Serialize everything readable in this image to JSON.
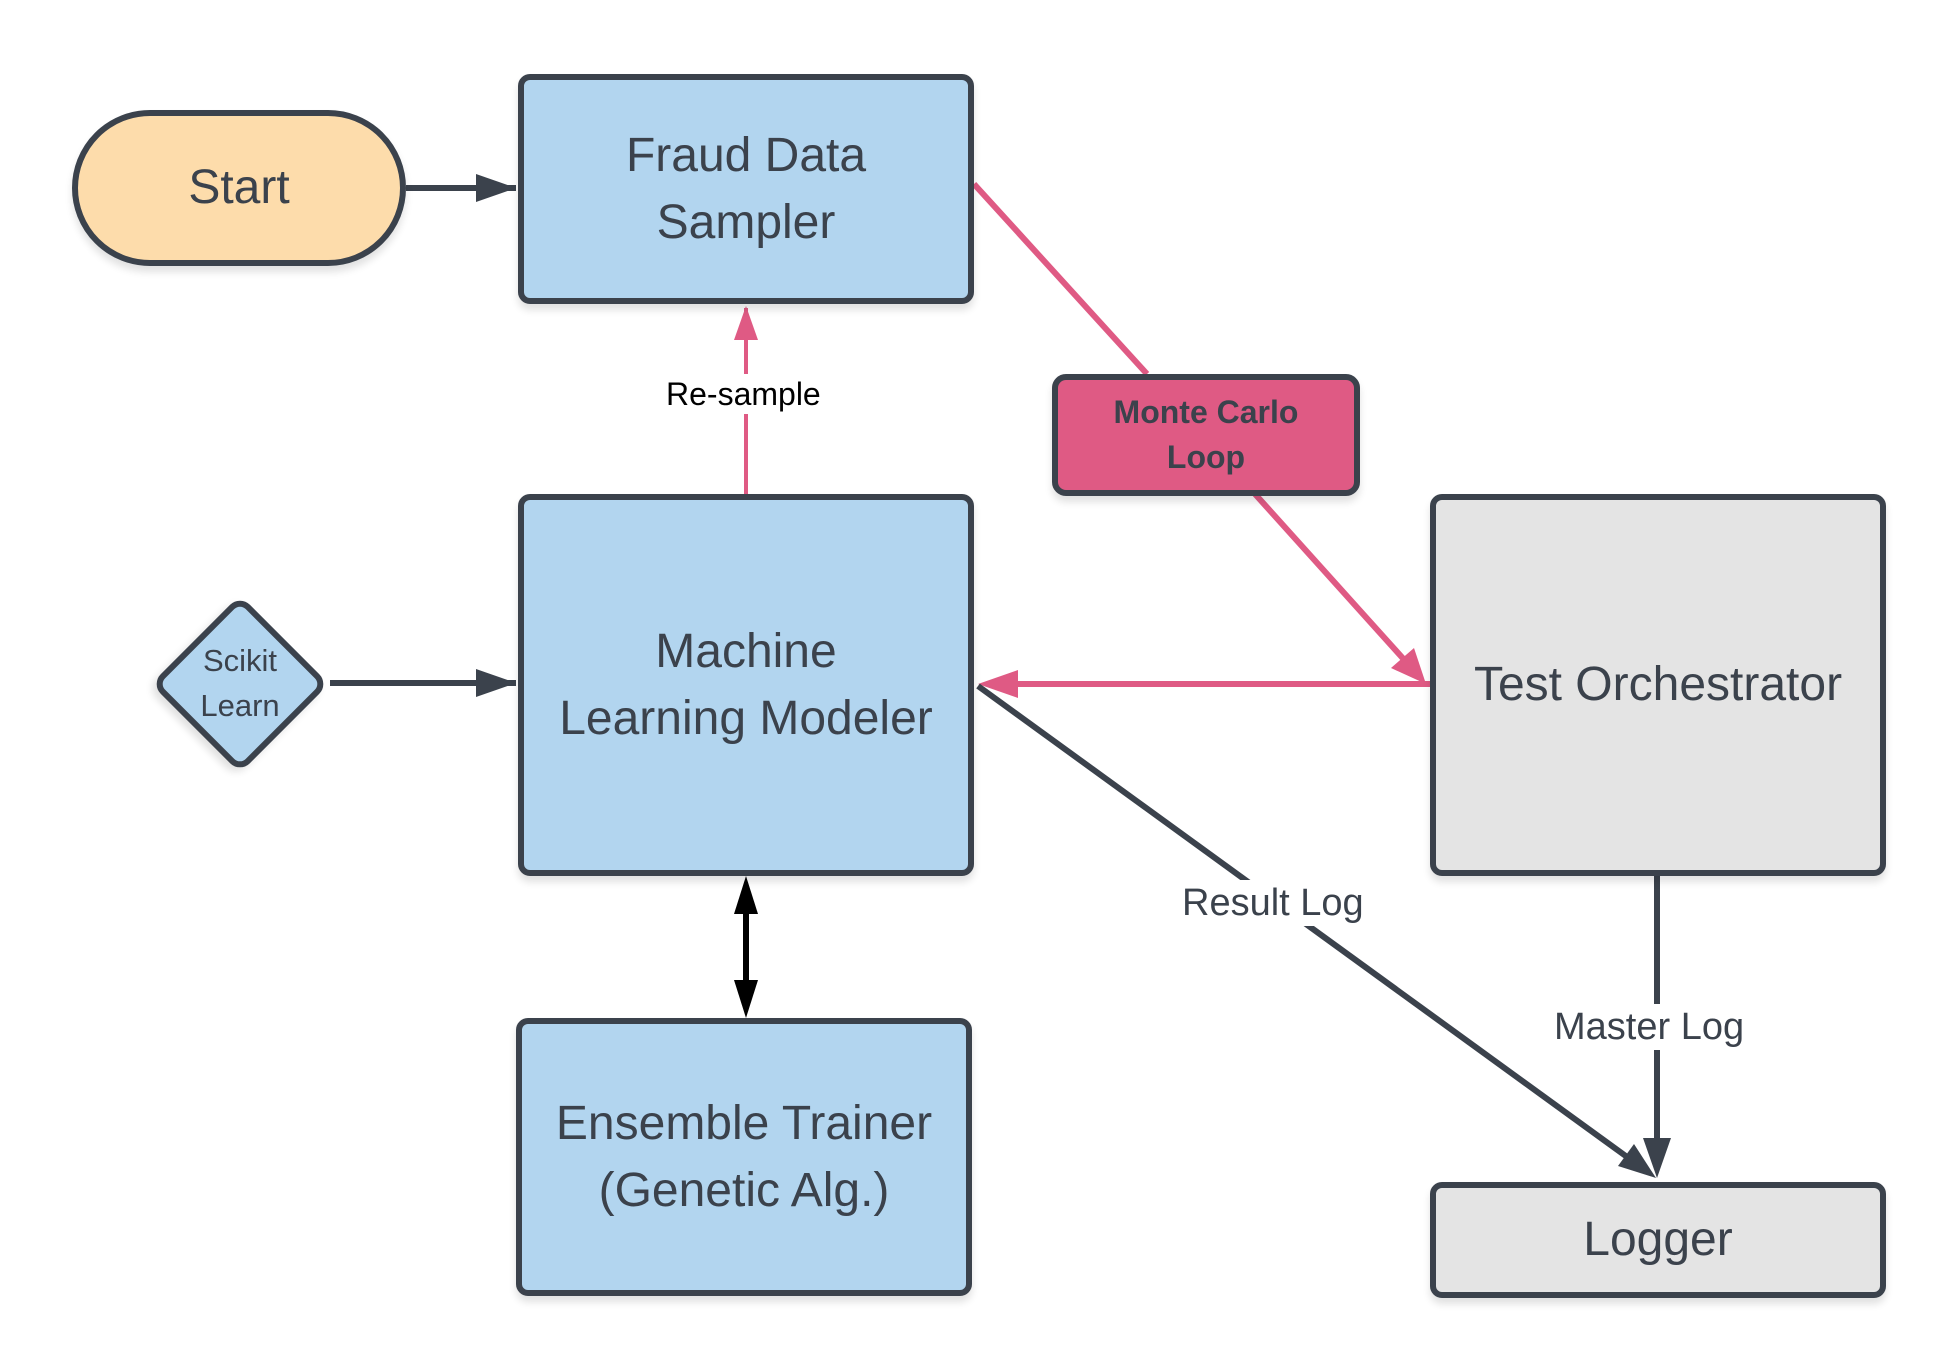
{
  "diagram": {
    "nodes": {
      "start": {
        "label": "Start",
        "shape": "terminator",
        "color": "#fddcab"
      },
      "fraud_sampler": {
        "label": "Fraud Data\nSampler",
        "shape": "process",
        "color": "#b2d5ef"
      },
      "ml_modeler": {
        "label": "Machine\nLearning Modeler",
        "shape": "process",
        "color": "#b2d5ef"
      },
      "ensemble_trainer": {
        "label": "Ensemble Trainer\n(Genetic Alg.)",
        "shape": "process",
        "color": "#b2d5ef"
      },
      "scikit_learn": {
        "label": "Scikit\nLearn",
        "shape": "decision",
        "color": "#b2d5ef"
      },
      "monte_carlo": {
        "label": "Monte Carlo\nLoop",
        "shape": "process",
        "color": "#df5a84"
      },
      "test_orchestrator": {
        "label": "Test Orchestrator",
        "shape": "process",
        "color": "#e4e4e4"
      },
      "logger": {
        "label": "Logger",
        "shape": "process",
        "color": "#e4e4e4"
      }
    },
    "edges": [
      {
        "from": "start",
        "to": "fraud_sampler",
        "label": ""
      },
      {
        "from": "scikit_learn",
        "to": "ml_modeler",
        "label": ""
      },
      {
        "from": "ml_modeler",
        "to": "fraud_sampler",
        "label": "Re-sample"
      },
      {
        "from": "fraud_sampler",
        "to": "test_orchestrator",
        "label": "",
        "via": "monte_carlo"
      },
      {
        "from": "test_orchestrator",
        "to": "ml_modeler",
        "label": ""
      },
      {
        "from": "ml_modeler",
        "to": "ensemble_trainer",
        "label": "",
        "bidirectional": true
      },
      {
        "from": "ml_modeler",
        "to": "logger",
        "label": "Result Log"
      },
      {
        "from": "test_orchestrator",
        "to": "logger",
        "label": "Master Log"
      }
    ],
    "colors": {
      "outline": "#3b424c",
      "loop_edge": "#df5a84",
      "data_edge": "#3b424c",
      "bidirectional_edge": "#000000"
    }
  }
}
